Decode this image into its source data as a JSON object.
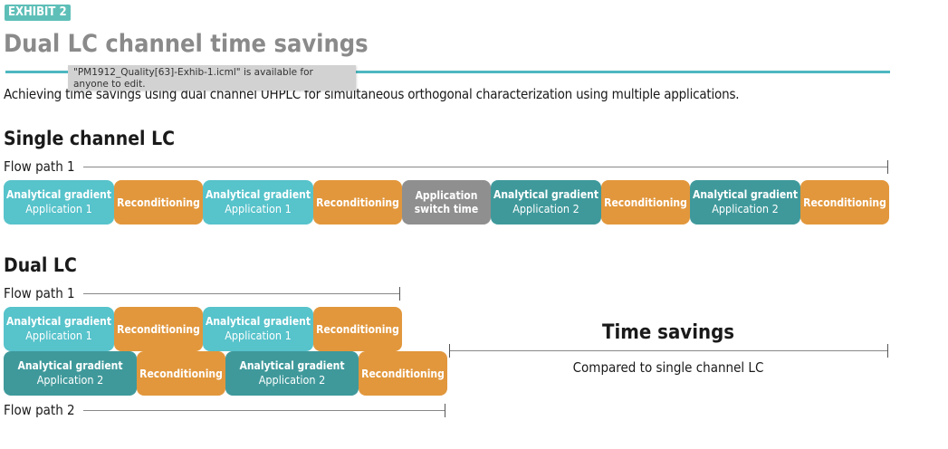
{
  "exhibit": "EXHIBIT 2",
  "title": "Dual LC channel time savings",
  "tooltip": "\"PM1912_Quality[63]-Exhib-1.icml\" is available for anyone to edit.",
  "subtitle": "Achieving time savings using dual channel UHPLC for simultaneous orthogonal characterization using multiple applications.",
  "single": {
    "heading": "Single channel LC",
    "flow_path_label": "Flow path 1",
    "blocks": [
      {
        "line1": "Analytical gradient",
        "line2": "Application 1",
        "color": "#57c3cb"
      },
      {
        "line1": "Reconditioning",
        "color": "#e2973c"
      },
      {
        "line1": "Analytical gradient",
        "line2": "Application 1",
        "color": "#57c3cb"
      },
      {
        "line1": "Reconditioning",
        "color": "#e2973c"
      },
      {
        "line1": "Application",
        "line2": "switch time",
        "color": "#8f8f90"
      },
      {
        "line1": "Analytical gradient",
        "line2": "Application 2",
        "color": "#3f999b"
      },
      {
        "line1": "Reconditioning",
        "color": "#e2973c"
      },
      {
        "line1": "Analytical gradient",
        "line2": "Application 2",
        "color": "#3f999b"
      },
      {
        "line1": "Reconditioning",
        "color": "#e2973c"
      }
    ]
  },
  "dual": {
    "heading": "Dual LC",
    "flow_path1_label": "Flow path 1",
    "flow_path2_label": "Flow path 2",
    "row1": [
      {
        "line1": "Analytical gradient",
        "line2": "Application 1",
        "color": "#57c3cb"
      },
      {
        "line1": "Reconditioning",
        "color": "#e2973c"
      },
      {
        "line1": "Analytical gradient",
        "line2": "Application 1",
        "color": "#57c3cb"
      },
      {
        "line1": "Reconditioning",
        "color": "#e2973c"
      }
    ],
    "row2": [
      {
        "line1": "Analytical gradient",
        "line2": "Application 2",
        "color": "#3f999b"
      },
      {
        "line1": "Reconditioning",
        "color": "#e2973c"
      },
      {
        "line1": "Analytical gradient",
        "line2": "Application 2",
        "color": "#3f999b"
      },
      {
        "line1": "Reconditioning",
        "color": "#e2973c"
      }
    ]
  },
  "savings": {
    "title": "Time savings",
    "subtitle": "Compared to single channel LC"
  }
}
